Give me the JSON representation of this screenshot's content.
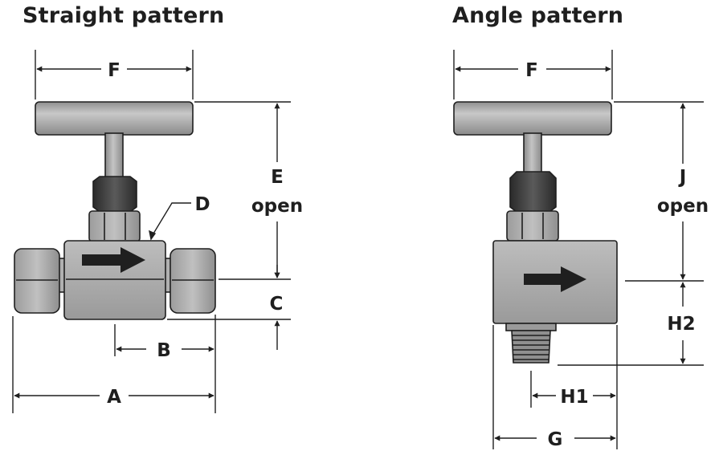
{
  "straight": {
    "title": "Straight pattern",
    "labels": {
      "f": "F",
      "e": "E",
      "open": "open",
      "d": "D",
      "c": "C",
      "b": "B",
      "a": "A"
    }
  },
  "angle": {
    "title": "Angle pattern",
    "labels": {
      "f": "F",
      "j": "J",
      "open": "open",
      "h2": "H2",
      "h1": "H1",
      "g": "G"
    }
  },
  "colors": {
    "body_gray": "#a9a9a9",
    "nut_dark": "#3e3e3e",
    "line": "#1f1f1f"
  }
}
